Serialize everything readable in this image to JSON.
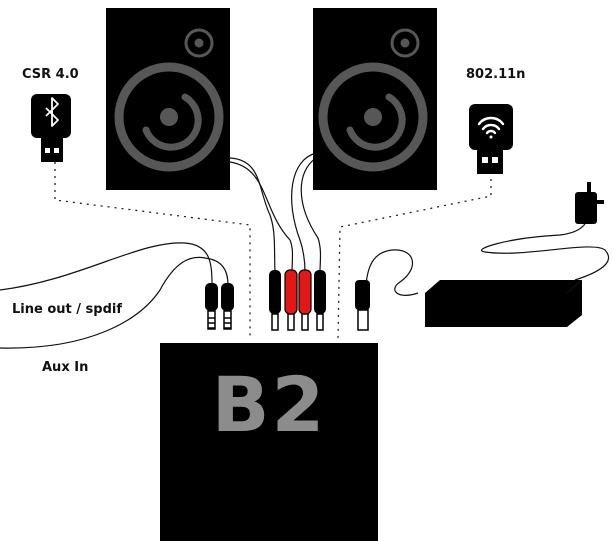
{
  "labels": {
    "bluetooth": "CSR 4.0",
    "wifi": "802.11n",
    "line_out": "Line out / spdif",
    "aux_in": "Aux In"
  },
  "unit": {
    "name": "B2"
  },
  "colors": {
    "device": "#000000",
    "speaker_ring": "#575757",
    "unit_text": "#8c8c8c",
    "red_plug": "#e01818",
    "dongle_icon": "#ffffff",
    "cable": "#111111"
  },
  "icons": {
    "bluetooth_dongle": "bluetooth-icon",
    "wifi_dongle": "wifi-icon"
  }
}
